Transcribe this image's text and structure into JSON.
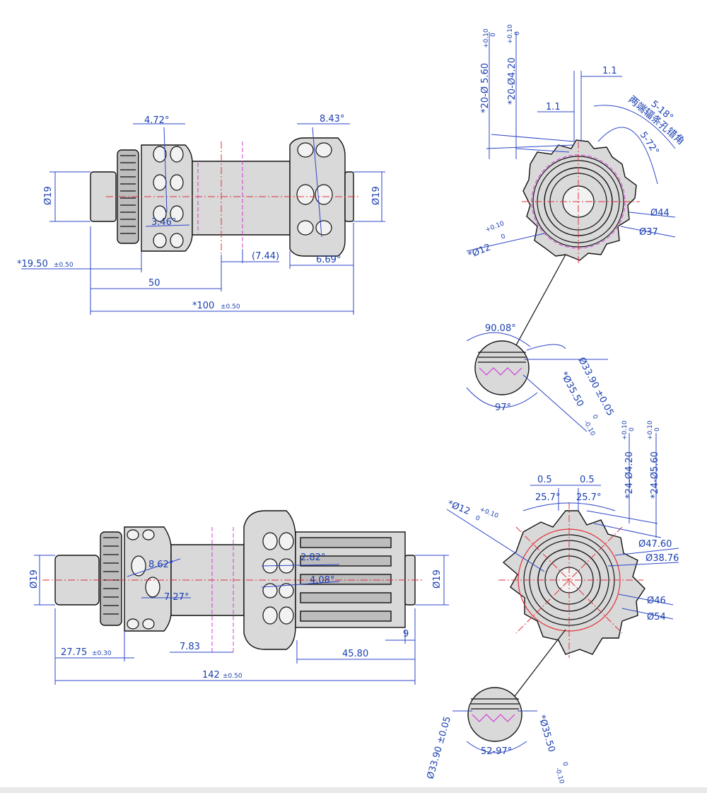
{
  "dims": {
    "front_side": {
      "angle_top_left": "4.72°",
      "angle_top_right": "8.43°",
      "angle_inner": "3.46°",
      "dia_left": "Ø19",
      "dia_right": "Ø19",
      "offset": "*19.50",
      "offset_tol": "±0.50",
      "half": "50",
      "ref": "(7.44)",
      "angle_bottom_right": "6.69°",
      "total": "*100",
      "total_tol": "±0.50"
    },
    "front_flange": {
      "hole1": "*20-Ø 5.60",
      "hole1_tol_up": "+0.10",
      "hole1_tol_low": "0",
      "hole2": "*20-Ø4.20",
      "hole2_tol_up": "+0.10",
      "hole2_tol_low": "0",
      "gap_top": "1.1",
      "gap_mid": "1.1",
      "cn_note": "两端辐条孔错角",
      "angle_a": "5-18°",
      "angle_b": "5-72°",
      "dia_44": "Ø44",
      "dia_37": "Ø37",
      "dia_12": "*Ø12",
      "dia_12_up": "+0.10",
      "dia_12_low": "0"
    },
    "front_detail": {
      "angle_top": "90.08°",
      "angle_bottom": "97°",
      "dia_a": "Ø33.90 ±0.05",
      "dia_b": "*Ø35.50",
      "dia_b_up": "0",
      "dia_b_low": "-0.10"
    },
    "rear_side": {
      "dia_left": "Ø19",
      "dia_right": "Ø19",
      "angle_a": "8.62°",
      "angle_b": "7.27°",
      "angle_c": "2.82°",
      "angle_d": "4.08°",
      "offset_left": "27.75",
      "offset_left_tol": "±0.30",
      "ref_a": "7.83",
      "ref_b": "45.80",
      "ref_c": "9",
      "total": "142",
      "total_tol": "±0.50"
    },
    "rear_flange": {
      "hole1": "*24-Ø4.20",
      "hole1_tol_up": "+0.10",
      "hole1_tol_low": "0",
      "hole2": "*24-Ø5.60",
      "hole2_tol_up": "+0.10",
      "hole2_tol_low": "0",
      "gap_l": "0.5",
      "gap_r": "0.5",
      "ang_l": "25.7°",
      "ang_r": "25.7°",
      "dia_12": "*Ø12",
      "dia_12_up": "+0.10",
      "dia_12_low": "0",
      "dia_4760": "Ø47.60",
      "dia_3876": "Ø38.76",
      "dia_46": "Ø46",
      "dia_54": "Ø54"
    },
    "rear_detail": {
      "dia_a": "Ø33.90 ±0.05",
      "dia_b": "*Ø35.50",
      "dia_b_up": "0",
      "dia_b_low": "-0.10",
      "angle": "52-97°"
    }
  },
  "colors": {
    "dimension_blue": "#1a3fb0",
    "centerline_red": "#e0323a",
    "hidden_pink": "#d43cd8",
    "part_fill": "#d9d9d9"
  }
}
